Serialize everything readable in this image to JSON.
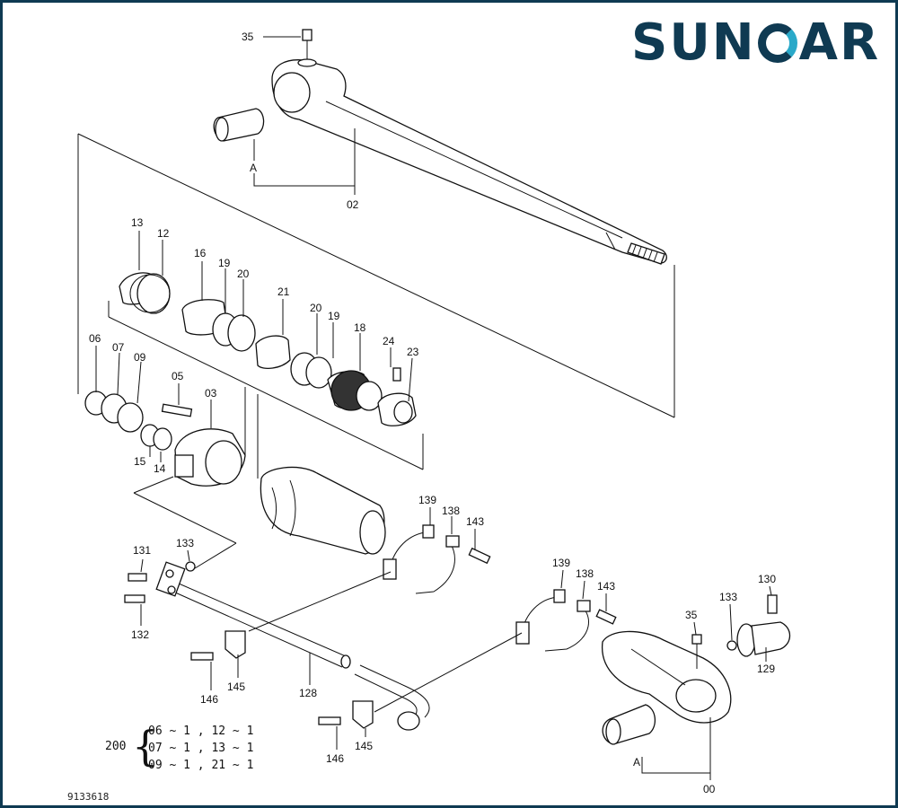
{
  "brand": {
    "logo_left": "SUN",
    "logo_right": "AR",
    "logo_alt": "SUNCAR"
  },
  "labels": {
    "l35a": "35",
    "l02": "02",
    "lA1": "A",
    "l13": "13",
    "l12": "12",
    "l16": "16",
    "l19a": "19",
    "l20a": "20",
    "l21": "21",
    "l20b": "20",
    "l19b": "19",
    "l18": "18",
    "l24": "24",
    "l23": "23",
    "l06": "06",
    "l07": "07",
    "l09": "09",
    "l05": "05",
    "l03": "03",
    "l15": "15",
    "l14": "14",
    "l139a": "139",
    "l138a": "138",
    "l143a": "143",
    "l131": "131",
    "l133a": "133",
    "l132": "132",
    "l139b": "139",
    "l138b": "138",
    "l143b": "143",
    "l130": "130",
    "l133b": "133",
    "l35b": "35",
    "l129": "129",
    "l146a": "146",
    "l145a": "145",
    "l128": "128",
    "l146b": "146",
    "l145b": "145",
    "lA2": "A",
    "l00": "00"
  },
  "legend": {
    "key": "200",
    "rows": [
      "06 ~ 1 , 12 ~ 1",
      "07 ~ 1 , 13 ~ 1",
      "09 ~ 1 , 21 ~ 1"
    ]
  },
  "footer": "9133618"
}
